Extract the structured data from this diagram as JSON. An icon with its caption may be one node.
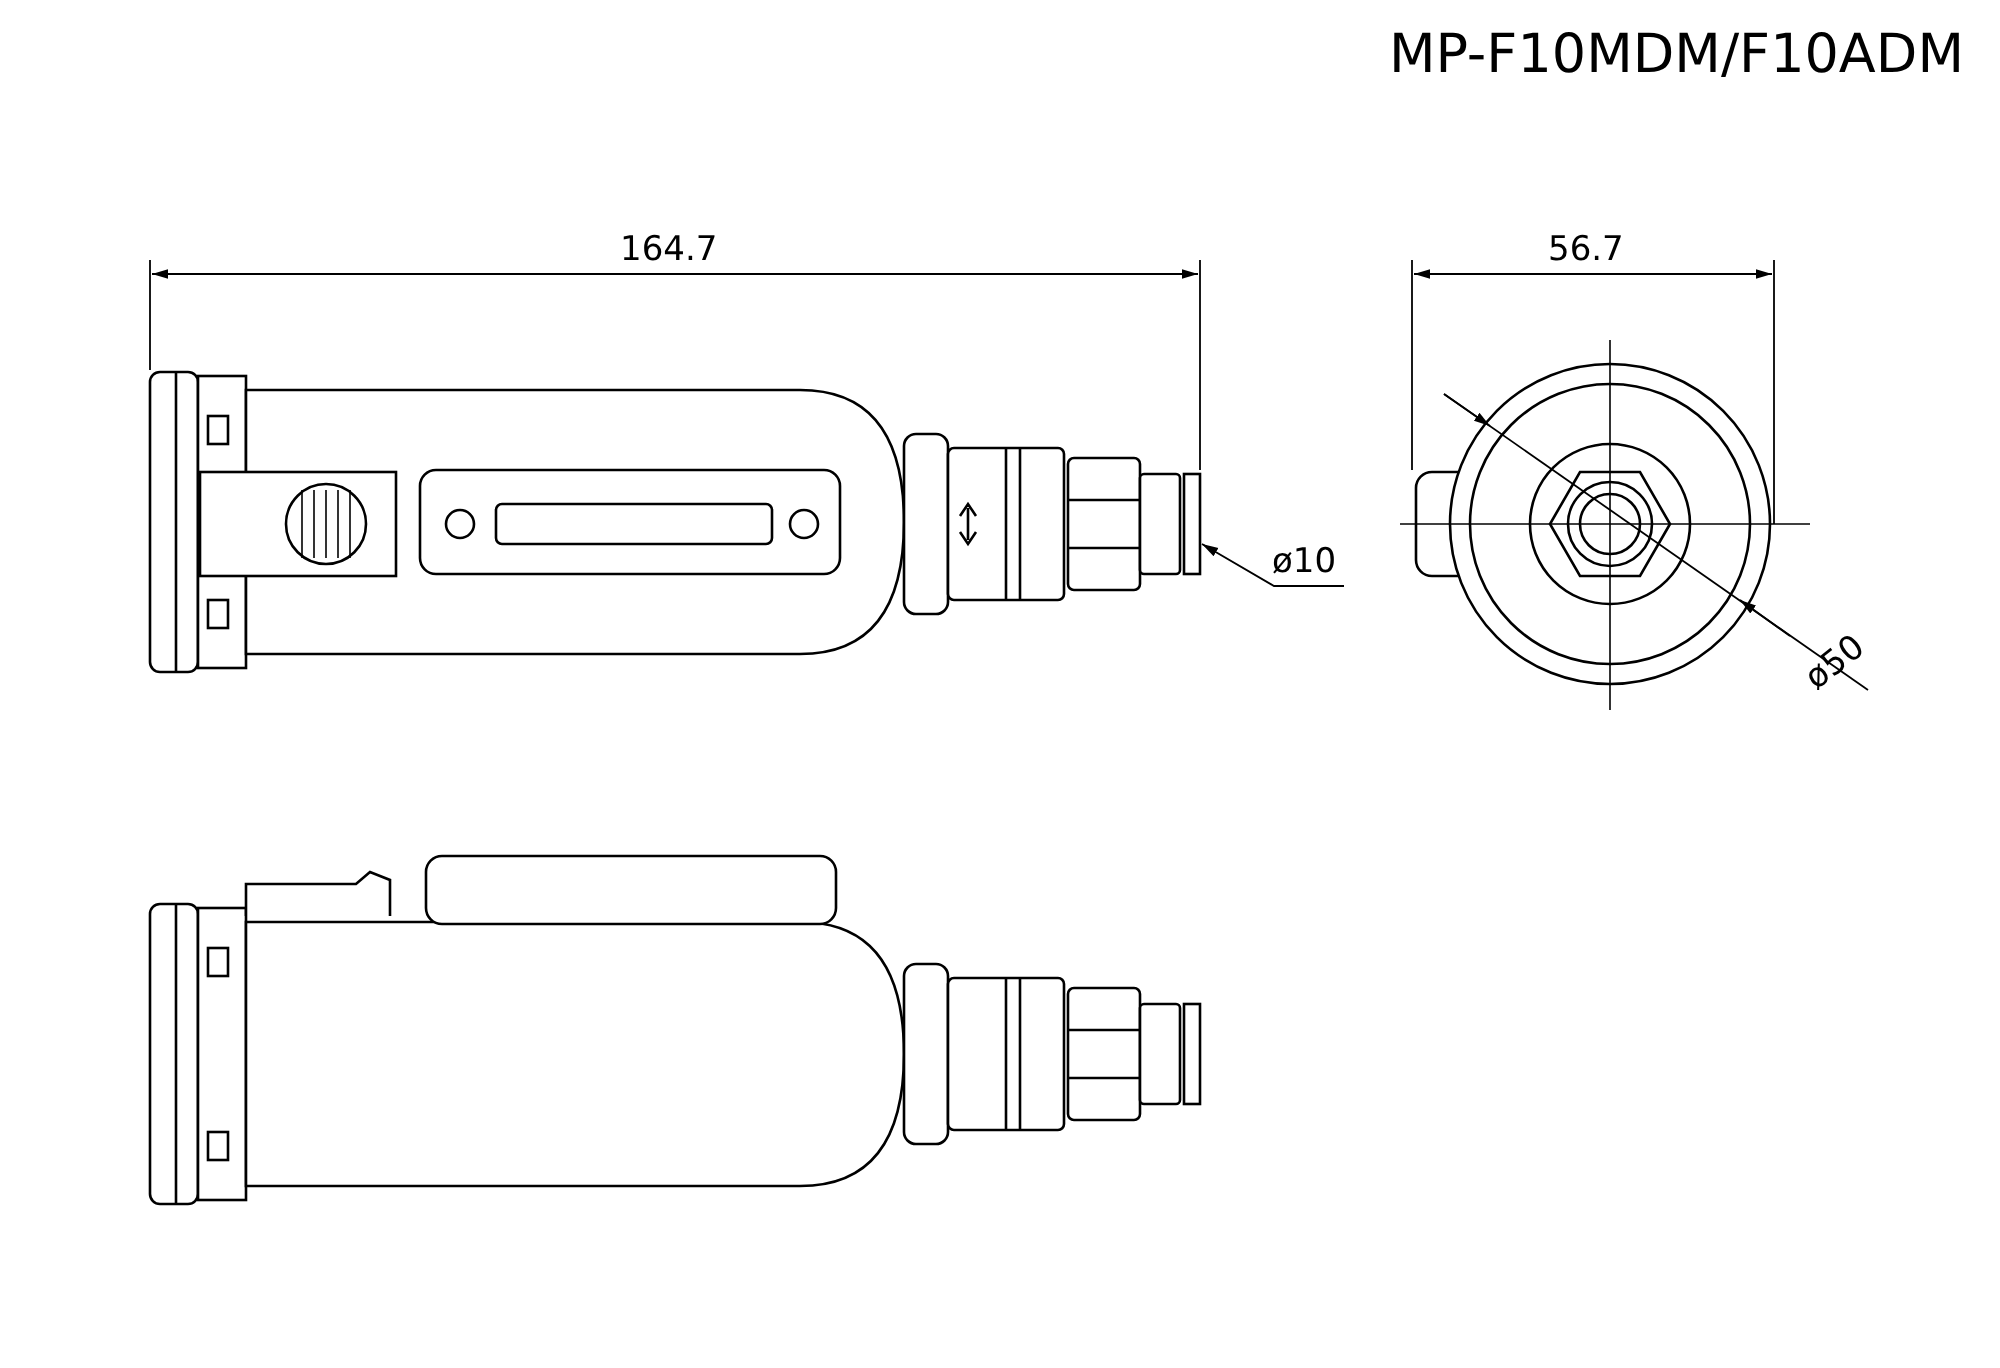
{
  "diagram": {
    "title": "MP-F10MDM/F10ADM",
    "labels": [
      "164.7",
      "56.7",
      "ø10",
      "ø50"
    ]
  }
}
